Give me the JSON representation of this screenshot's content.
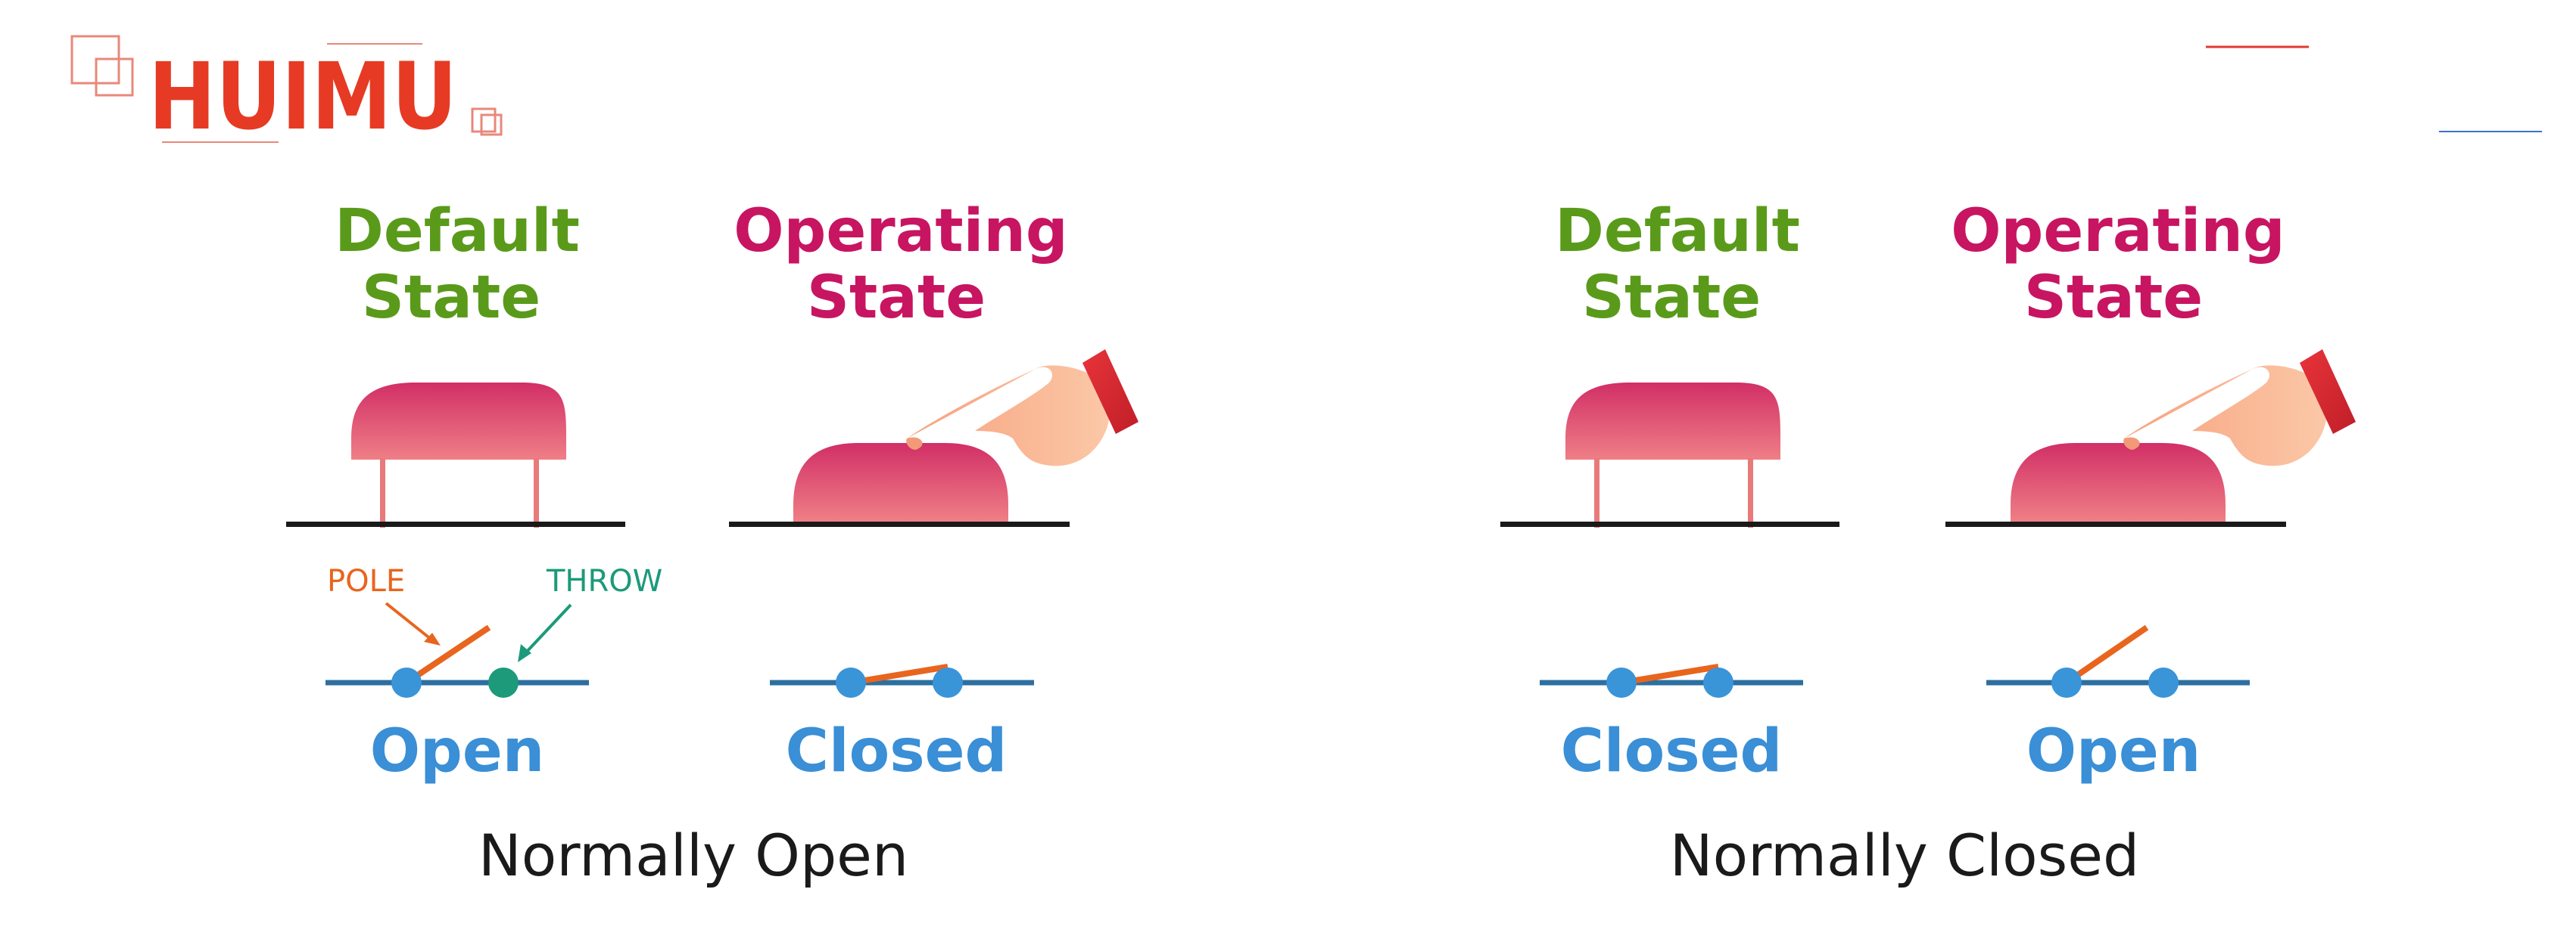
{
  "brand": {
    "logo_text": "HUIMU",
    "color": "#e63a24",
    "line_color": "#e8887b"
  },
  "colors": {
    "default_state": "#5a9a1a",
    "operating_state": "#c71561",
    "status": "#3a8fd6",
    "pole": "#e8651e",
    "throw": "#1c9a7a",
    "wire": "#2c6fa0",
    "node": "#3a94d8",
    "ground": "#1a1a1a",
    "button_top": "#d12f66",
    "button_bottom": "#ef7f86",
    "leg": "#e87a7a"
  },
  "panels": [
    {
      "caption": "Normally Open",
      "states": [
        {
          "heading_line1": "Default",
          "heading_line2": "State",
          "status": "Open"
        },
        {
          "heading_line1": "Operating",
          "heading_line2": "State",
          "status": "Closed"
        }
      ]
    },
    {
      "caption": "Normally Closed",
      "states": [
        {
          "heading_line1": "Default",
          "heading_line2": "State",
          "status": "Closed"
        },
        {
          "heading_line1": "Operating",
          "heading_line2": "State",
          "status": "Open"
        }
      ]
    }
  ],
  "annotations": {
    "pole": "POLE",
    "throw": "THROW"
  }
}
